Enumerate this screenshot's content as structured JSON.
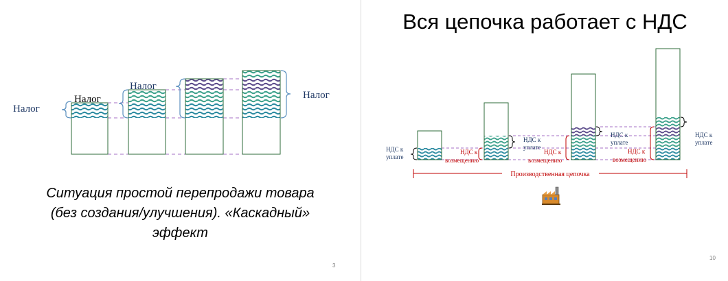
{
  "slides": [
    {
      "labels": {
        "tax_far_left": "Налог",
        "tax_block1": "Налог",
        "tax_block2": "Налог",
        "tax_right": "Налог"
      },
      "caption": [
        "Ситуация простой перепродажи товара",
        "(без создания/улучшения). «Каскадный»",
        "эффект"
      ],
      "page_number": "3"
    },
    {
      "title": "Вся цепочка работает с НДС",
      "labels": {
        "vat_payable_1": [
          "НДС к",
          "уплате"
        ],
        "vat_refund_1": [
          "НДС к",
          "возмещению"
        ],
        "vat_payable_2": [
          "НДС к",
          "уплате"
        ],
        "vat_refund_2": [
          "НДС к",
          "возмещению"
        ],
        "vat_payable_3": [
          "НДС к",
          "уплате"
        ],
        "vat_refund_3": [
          "НДС к",
          "возмещению"
        ],
        "vat_payable_4": [
          "НДС к",
          "уплате"
        ],
        "chain": "Производственная цепочка"
      },
      "icon": "factory-icon",
      "page_number": "10"
    }
  ],
  "colors": {
    "border": "#2e6b3a",
    "wave_teal": "#2a8aa0",
    "wave_green": "#3aa08a",
    "wave_purple": "#5a4a8a",
    "dash_purple": "#a66fc6",
    "red": "#c00000"
  }
}
